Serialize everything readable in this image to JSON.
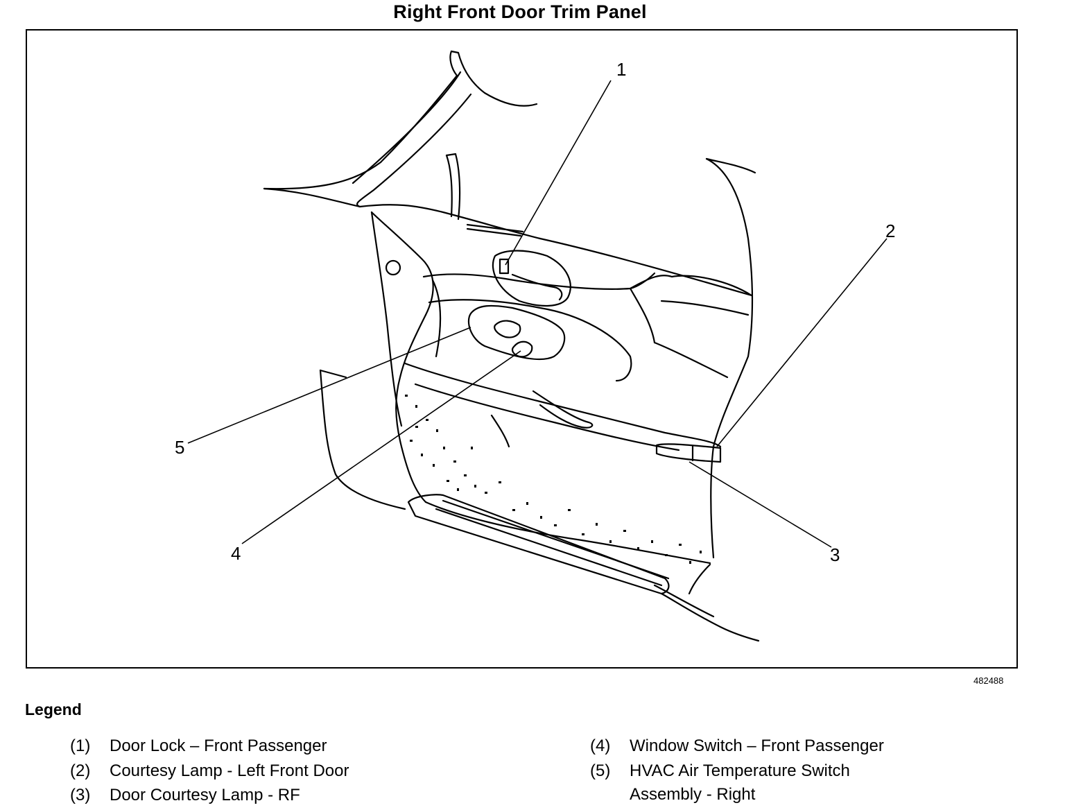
{
  "title": "Right Front Door Trim Panel",
  "figure_id": "482488",
  "callouts": [
    "1",
    "2",
    "3",
    "4",
    "5"
  ],
  "legend": {
    "heading": "Legend",
    "items": [
      {
        "num": "(1)",
        "text": "Door Lock – Front Passenger"
      },
      {
        "num": "(2)",
        "text": "Courtesy Lamp - Left Front Door"
      },
      {
        "num": "(3)",
        "text": "Door Courtesy Lamp - RF"
      },
      {
        "num": "(4)",
        "text": "Window Switch – Front Passenger"
      },
      {
        "num": "(5)",
        "text": "HVAC Air Temperature Switch",
        "text2": "Assembly - Right"
      }
    ]
  }
}
